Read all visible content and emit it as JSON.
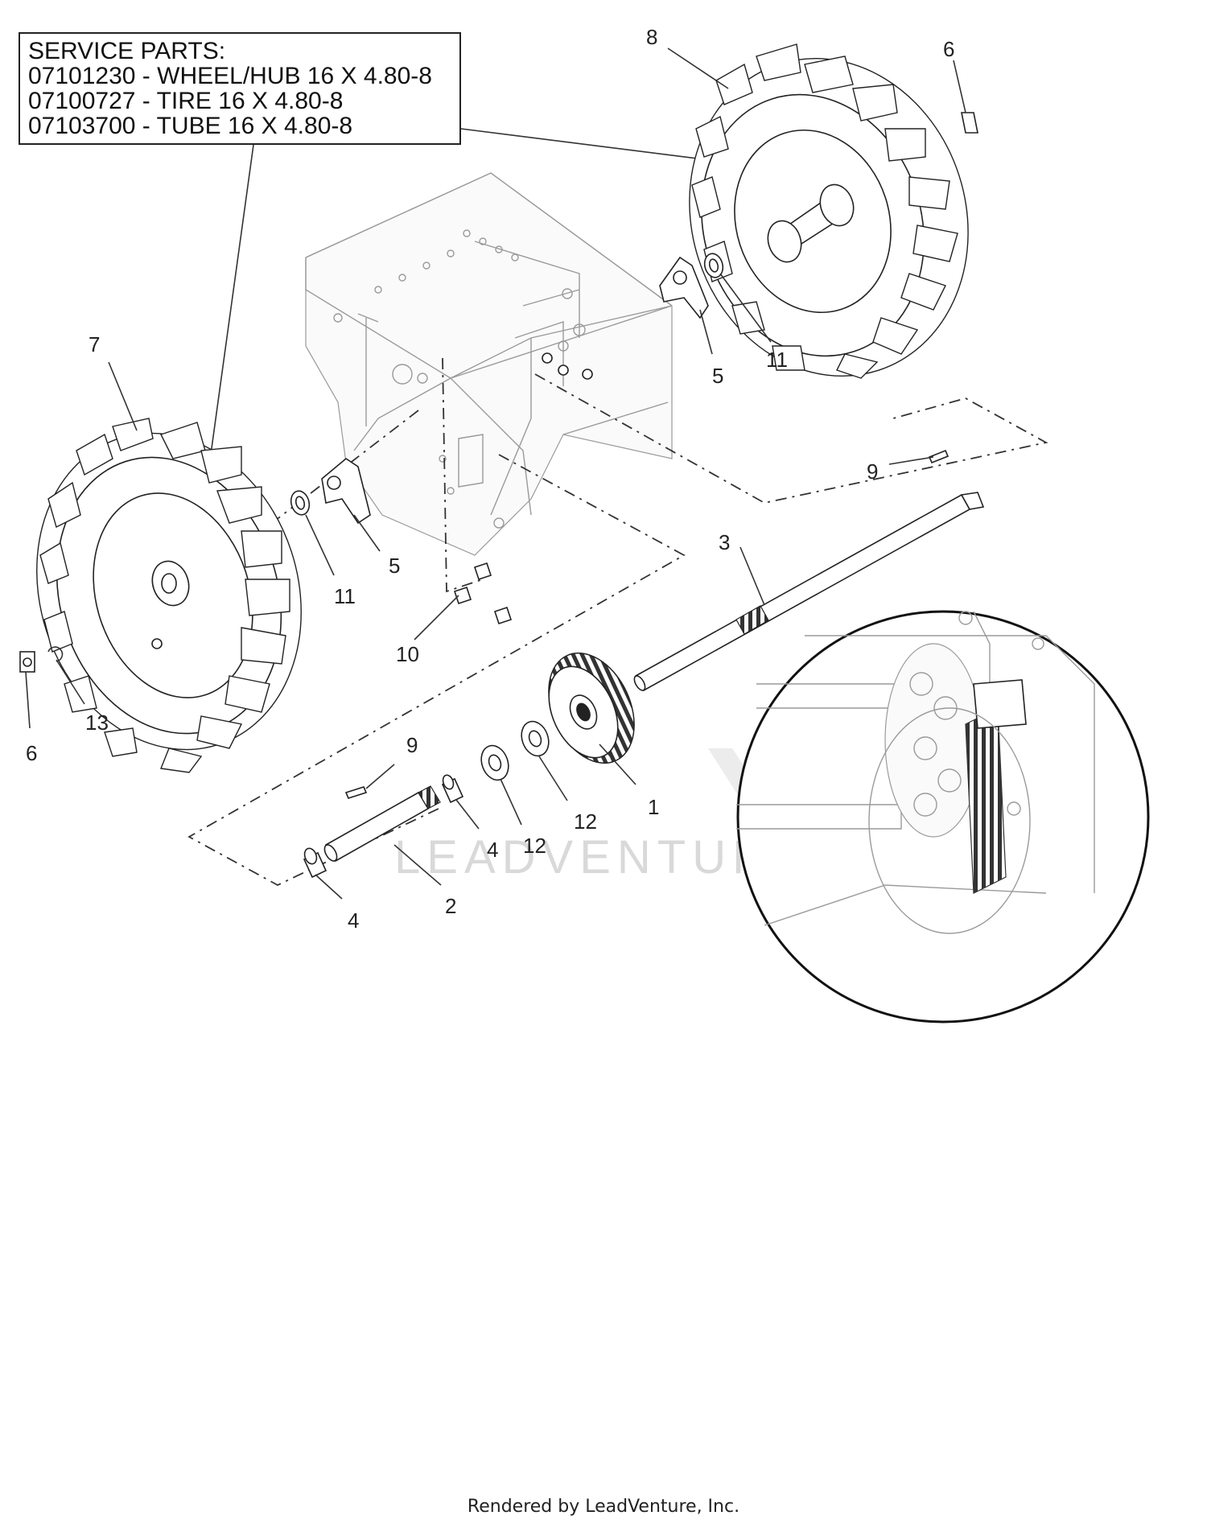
{
  "service_parts": {
    "heading": "SERVICE PARTS:",
    "lines": [
      "07101230 - WHEEL/HUB 16 X 4.80-8",
      "07100727 - TIRE 16 X 4.80-8",
      "07103700 - TUBE 16 X 4.80-8"
    ]
  },
  "callouts": {
    "gear": "1",
    "short_shaft": "2",
    "axle": "3",
    "bushing_right": "4",
    "bushing_left": "4",
    "bracket_right": "5",
    "bracket_left": "5",
    "clip_right": "6",
    "clip_left": "6",
    "wheel_left": "7",
    "wheel_right": "8",
    "key_top": "9",
    "key_bottom": "9",
    "bolts": "10",
    "washer_right": "11",
    "washer_left": "11",
    "washer_mid": "12",
    "washer_inner": "12",
    "ring": "13"
  },
  "watermark": "LEADVENTURE",
  "footer": "Rendered by LeadVenture, Inc."
}
